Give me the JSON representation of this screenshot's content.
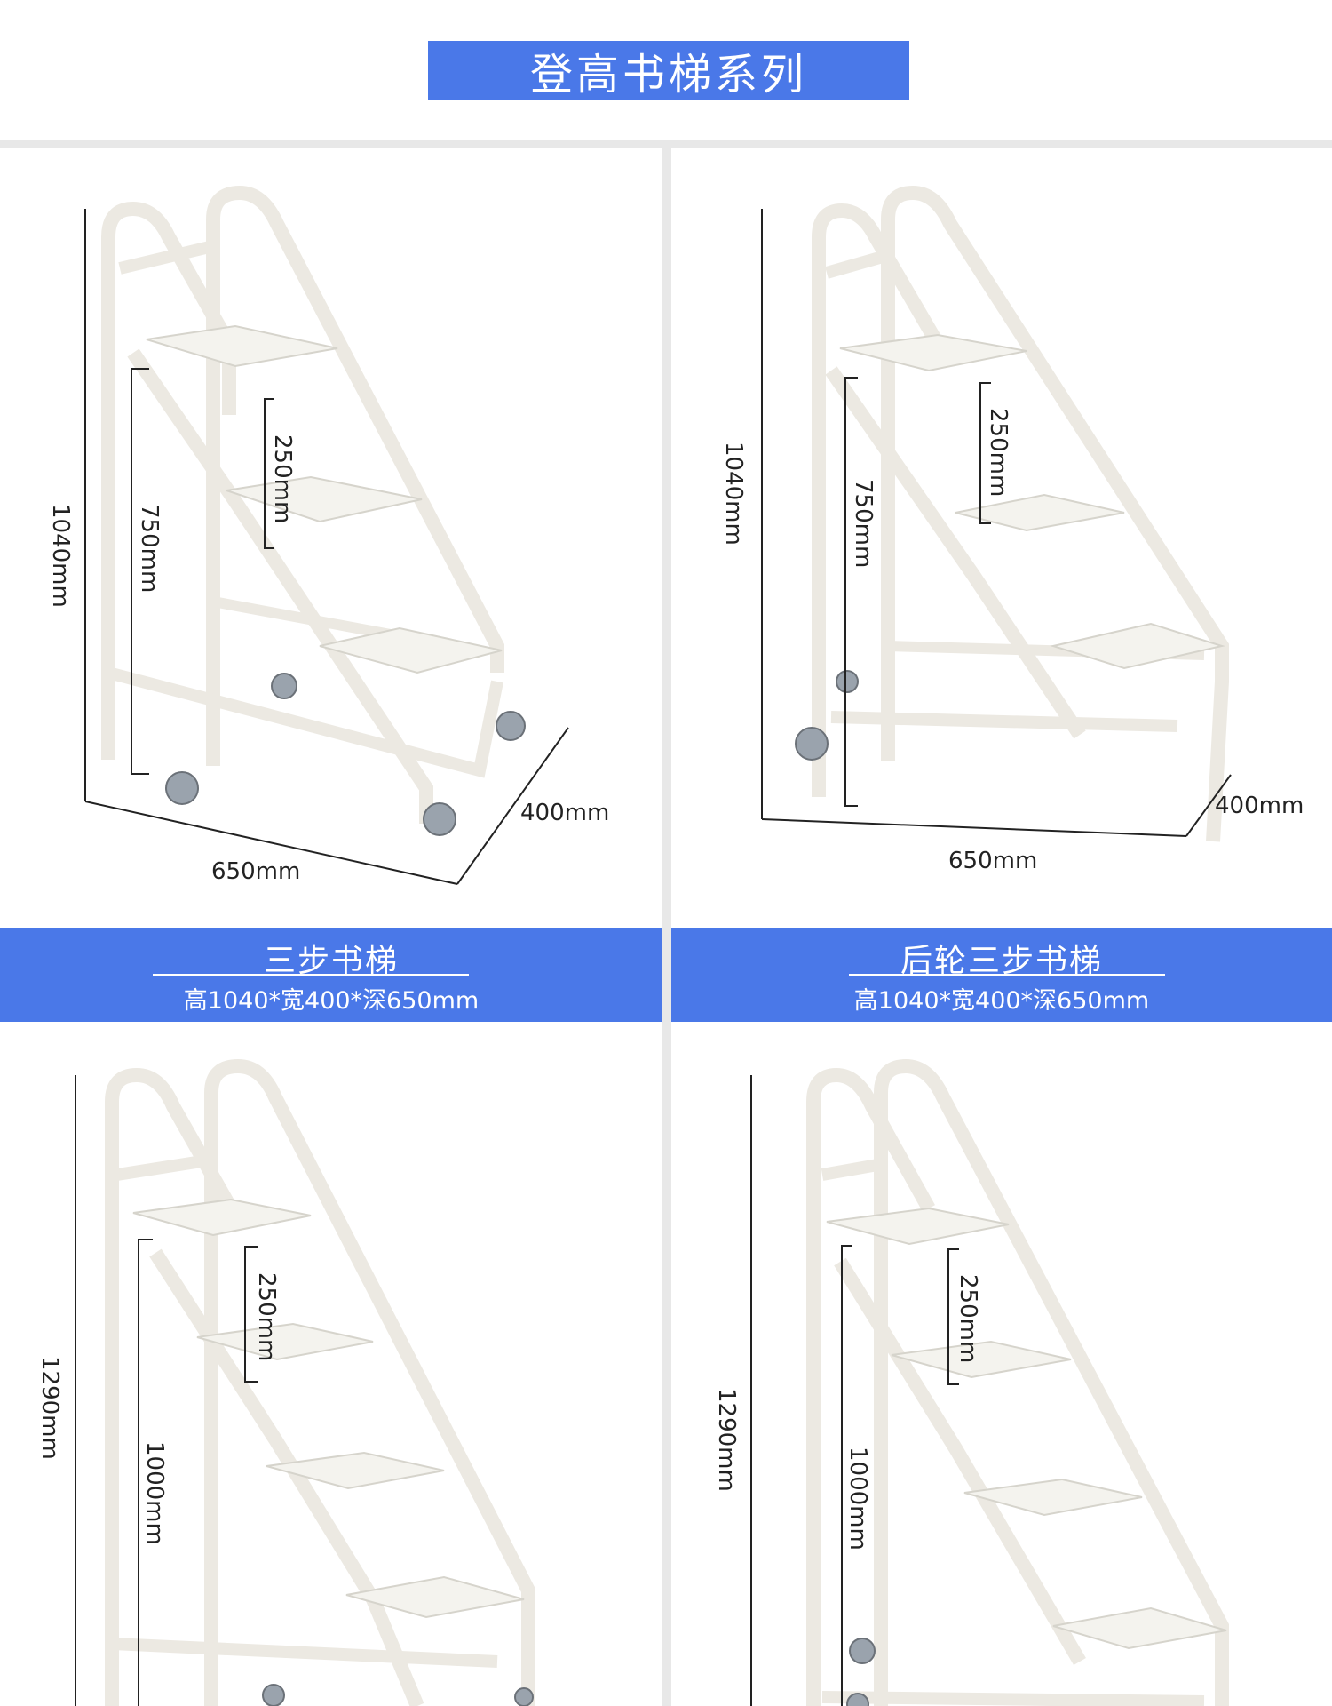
{
  "header": {
    "title": "登高书梯系列"
  },
  "products": [
    {
      "name": "三步书梯",
      "spec": "高1040*宽400*深650mm",
      "dims": {
        "height": "1040mm",
        "platform": "750mm",
        "step": "250mm",
        "width": "400mm",
        "depth": "650mm"
      }
    },
    {
      "name": "后轮三步书梯",
      "spec": "高1040*宽400*深650mm",
      "dims": {
        "height": "1040mm",
        "platform": "750mm",
        "step": "250mm",
        "width": "400mm",
        "depth": "650mm"
      }
    },
    {
      "dims": {
        "height": "1290mm",
        "platform": "1000mm",
        "step": "250mm"
      }
    },
    {
      "dims": {
        "height": "1290mm",
        "platform": "1000mm",
        "step": "250mm"
      }
    }
  ],
  "colors": {
    "accent": "#4a78e8",
    "frame": "#f2f1ec",
    "divider": "#e8e8e8"
  }
}
